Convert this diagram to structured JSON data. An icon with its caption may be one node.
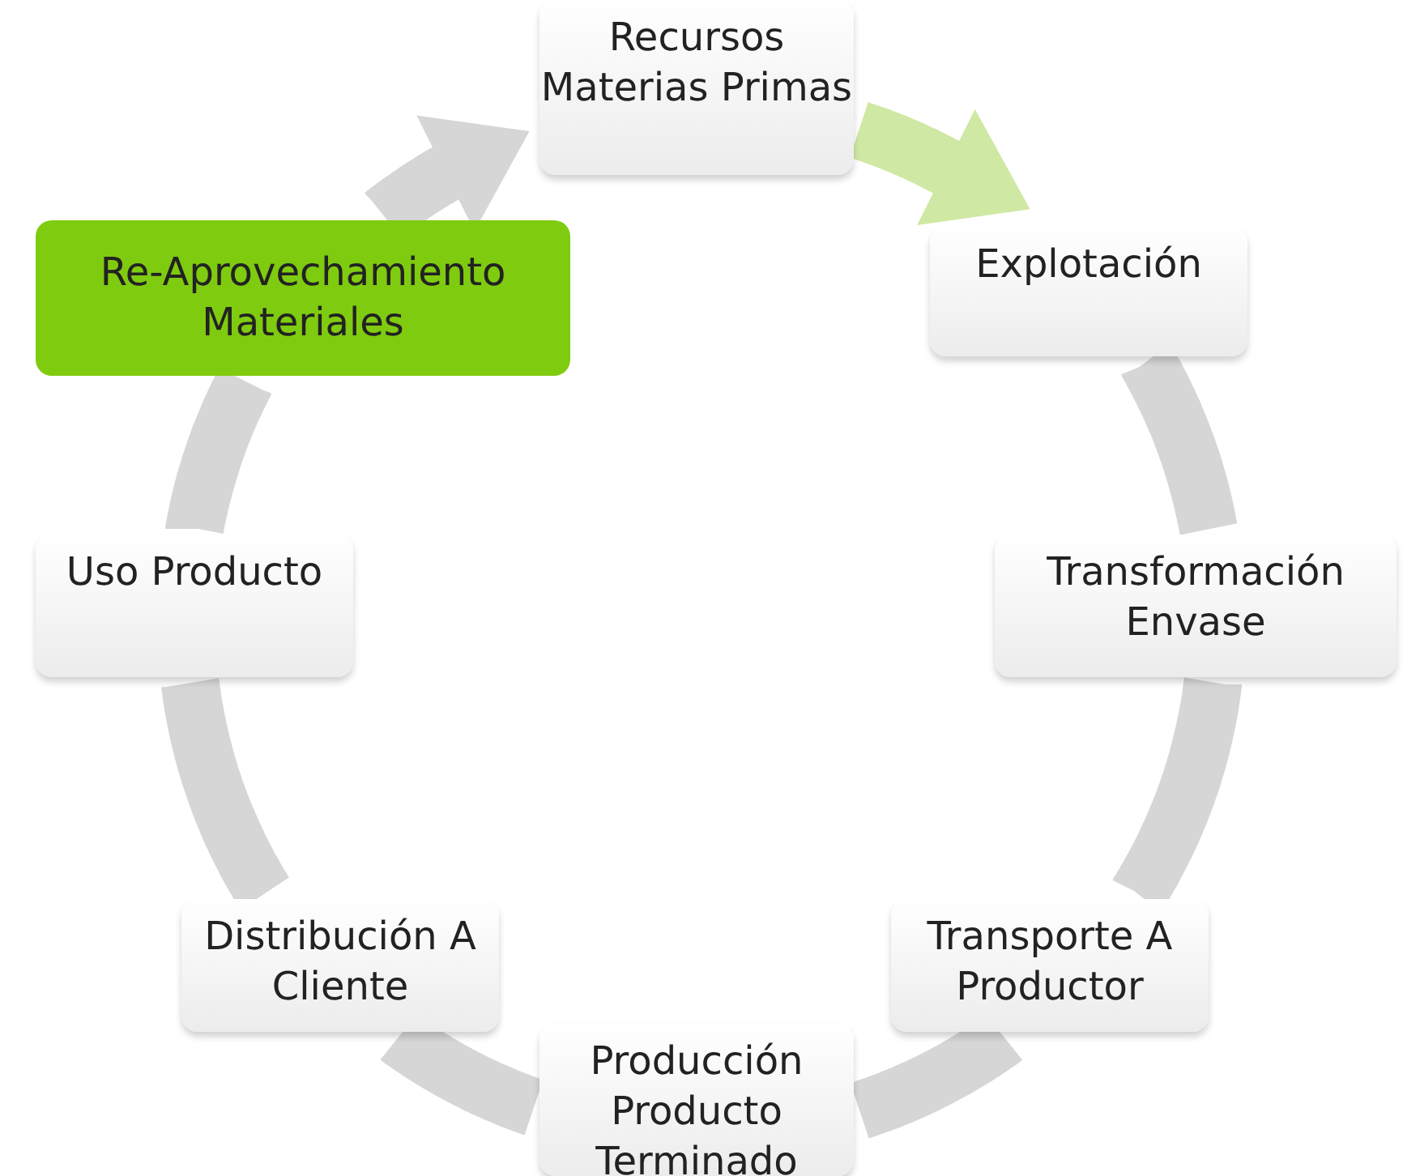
{
  "diagram": {
    "nodes": [
      {
        "text": [
          "Recursos Materias Primas"
        ]
      },
      {
        "text": [
          "Explotación"
        ]
      },
      {
        "text": [
          "Transformación Envase"
        ]
      },
      {
        "text": [
          "Transporte A Productor"
        ]
      },
      {
        "text": [
          "Producción Producto Terminado"
        ]
      },
      {
        "text": [
          "Distribución A Cliente"
        ]
      },
      {
        "text": [
          "Uso Producto"
        ]
      },
      {
        "text": [
          "Re-Aprovechamiento Materiales"
        ]
      }
    ],
    "edges": [
      {
        "from": 0,
        "to": 1,
        "arrow": "to",
        "color": "#cfe8a3"
      },
      {
        "from": 1,
        "to": 2,
        "arrow": "none"
      },
      {
        "from": 2,
        "to": 3,
        "arrow": "none"
      },
      {
        "from": 3,
        "to": 4,
        "arrow": "none"
      },
      {
        "from": 4,
        "to": 5,
        "arrow": "none"
      },
      {
        "from": 5,
        "to": 6,
        "arrow": "none"
      },
      {
        "from": 6,
        "to": 7,
        "arrow": "none"
      },
      {
        "from": 7,
        "to": 0,
        "arrow": "to"
      }
    ]
  }
}
